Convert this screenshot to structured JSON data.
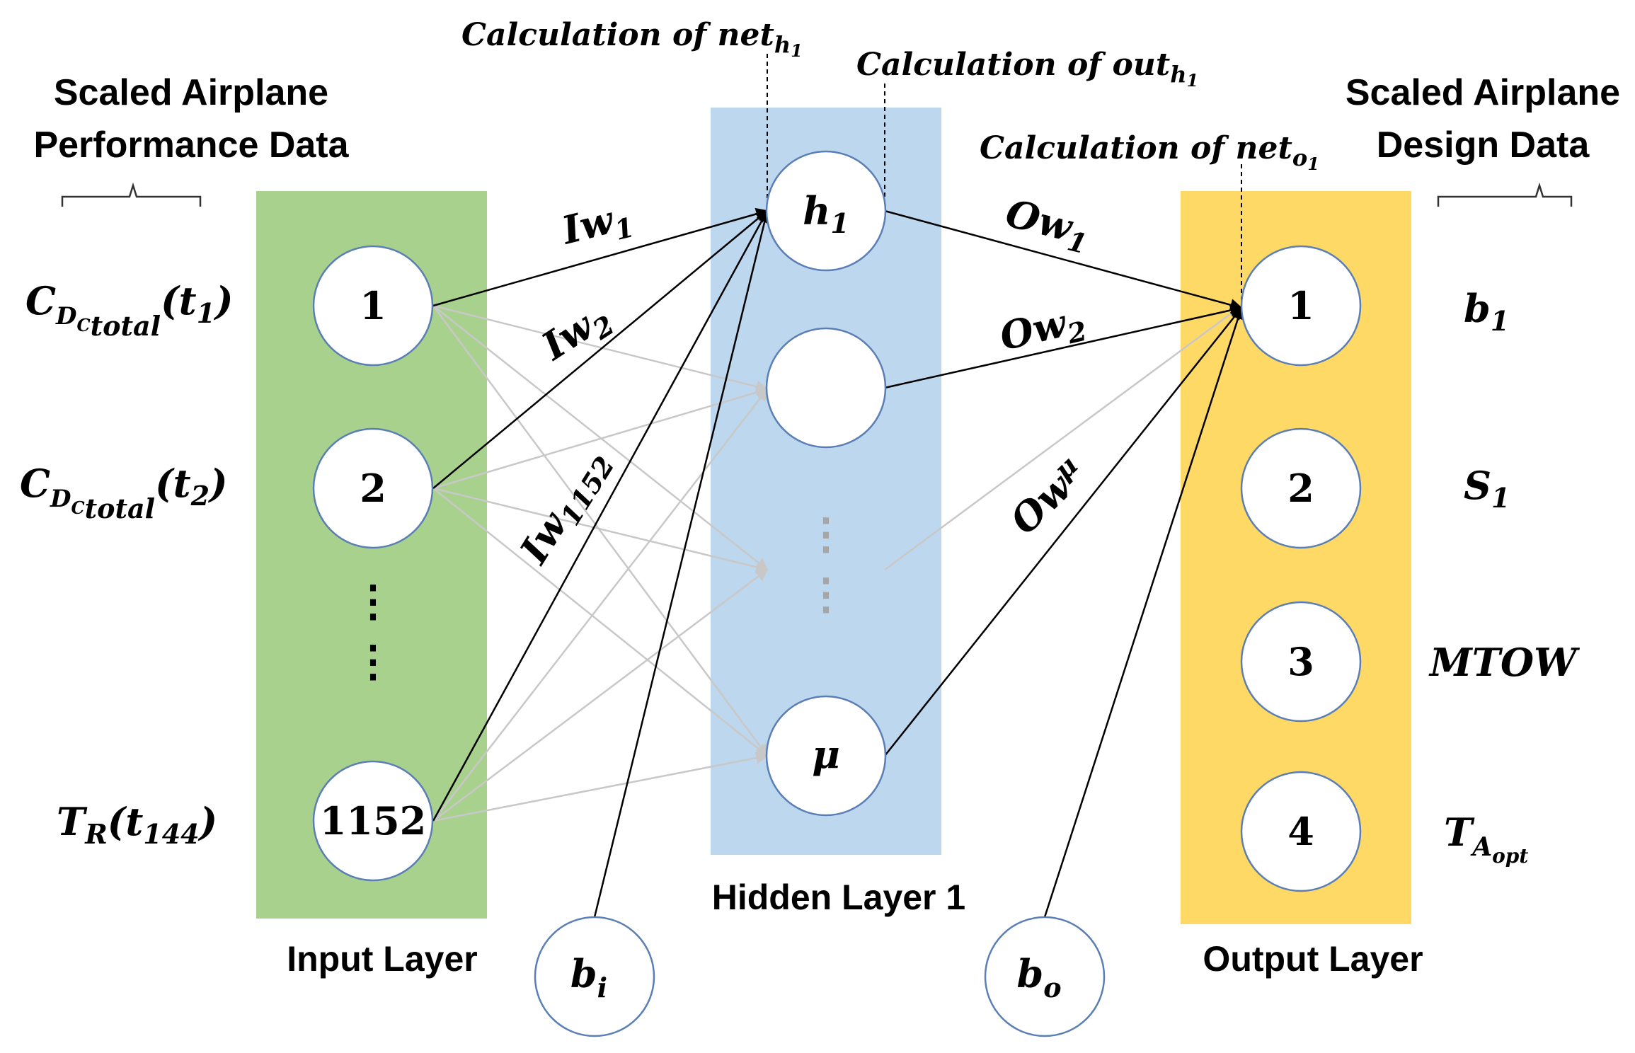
{
  "headers": {
    "left": [
      "Scaled Airplane",
      "Performance Data"
    ],
    "right": [
      "Scaled Airplane",
      "Design Data"
    ]
  },
  "layers": {
    "input": {
      "label": "Input Layer",
      "color": "#a9d18e"
    },
    "hidden": {
      "label": "Hidden Layer 1",
      "color": "#bdd7ee"
    },
    "output": {
      "label": "Output Layer",
      "color": "#ffd966"
    }
  },
  "input_nodes": [
    "1",
    "2",
    "1152"
  ],
  "hidden_nodes": {
    "first": "h",
    "first_sub": "1",
    "last": "μ"
  },
  "output_nodes": [
    "1",
    "2",
    "3",
    "4"
  ],
  "input_labels": [
    {
      "main": "C",
      "sub": "D",
      "subsub": "C",
      "subsub2": "total",
      "arg": "(t",
      "arg_sub": "1",
      "close": ")"
    },
    {
      "main": "C",
      "sub": "D",
      "subsub": "C",
      "subsub2": "total",
      "arg": "(t",
      "arg_sub": "2",
      "close": ")"
    },
    {
      "main": "T",
      "sub": "R",
      "arg": "(t",
      "arg_sub": "144",
      "close": ")"
    }
  ],
  "output_labels": [
    {
      "main": "b",
      "sub": "1"
    },
    {
      "main": "S",
      "sub": "1"
    },
    {
      "main": "MTOW",
      "sub": ""
    },
    {
      "main": "T",
      "sub": "A",
      "subsub": "opt"
    }
  ],
  "weights": {
    "iw1": {
      "main": "Iw",
      "sub": "1"
    },
    "iw2": {
      "main": "Iw",
      "sub": "2"
    },
    "iw1152": {
      "main": "Iw",
      "sub": "1152"
    },
    "ow1": {
      "main": "Ow",
      "sub": "1"
    },
    "ow2": {
      "main": "Ow",
      "sub": "2"
    },
    "owmu": {
      "main": "Ow",
      "sub": "μ"
    }
  },
  "biases": {
    "input": {
      "main": "b",
      "sub": "i"
    },
    "output": {
      "main": "b",
      "sub": "o"
    }
  },
  "calculations": {
    "net_h1": {
      "text": "Calculation of net",
      "sub": "h",
      "subsub": "1"
    },
    "out_h1": {
      "text": "Calculation of out",
      "sub": "h",
      "subsub": "1"
    },
    "net_o1": {
      "text": "Calculation of net",
      "sub": "o",
      "subsub": "1"
    }
  },
  "ellipsis": "⋮"
}
